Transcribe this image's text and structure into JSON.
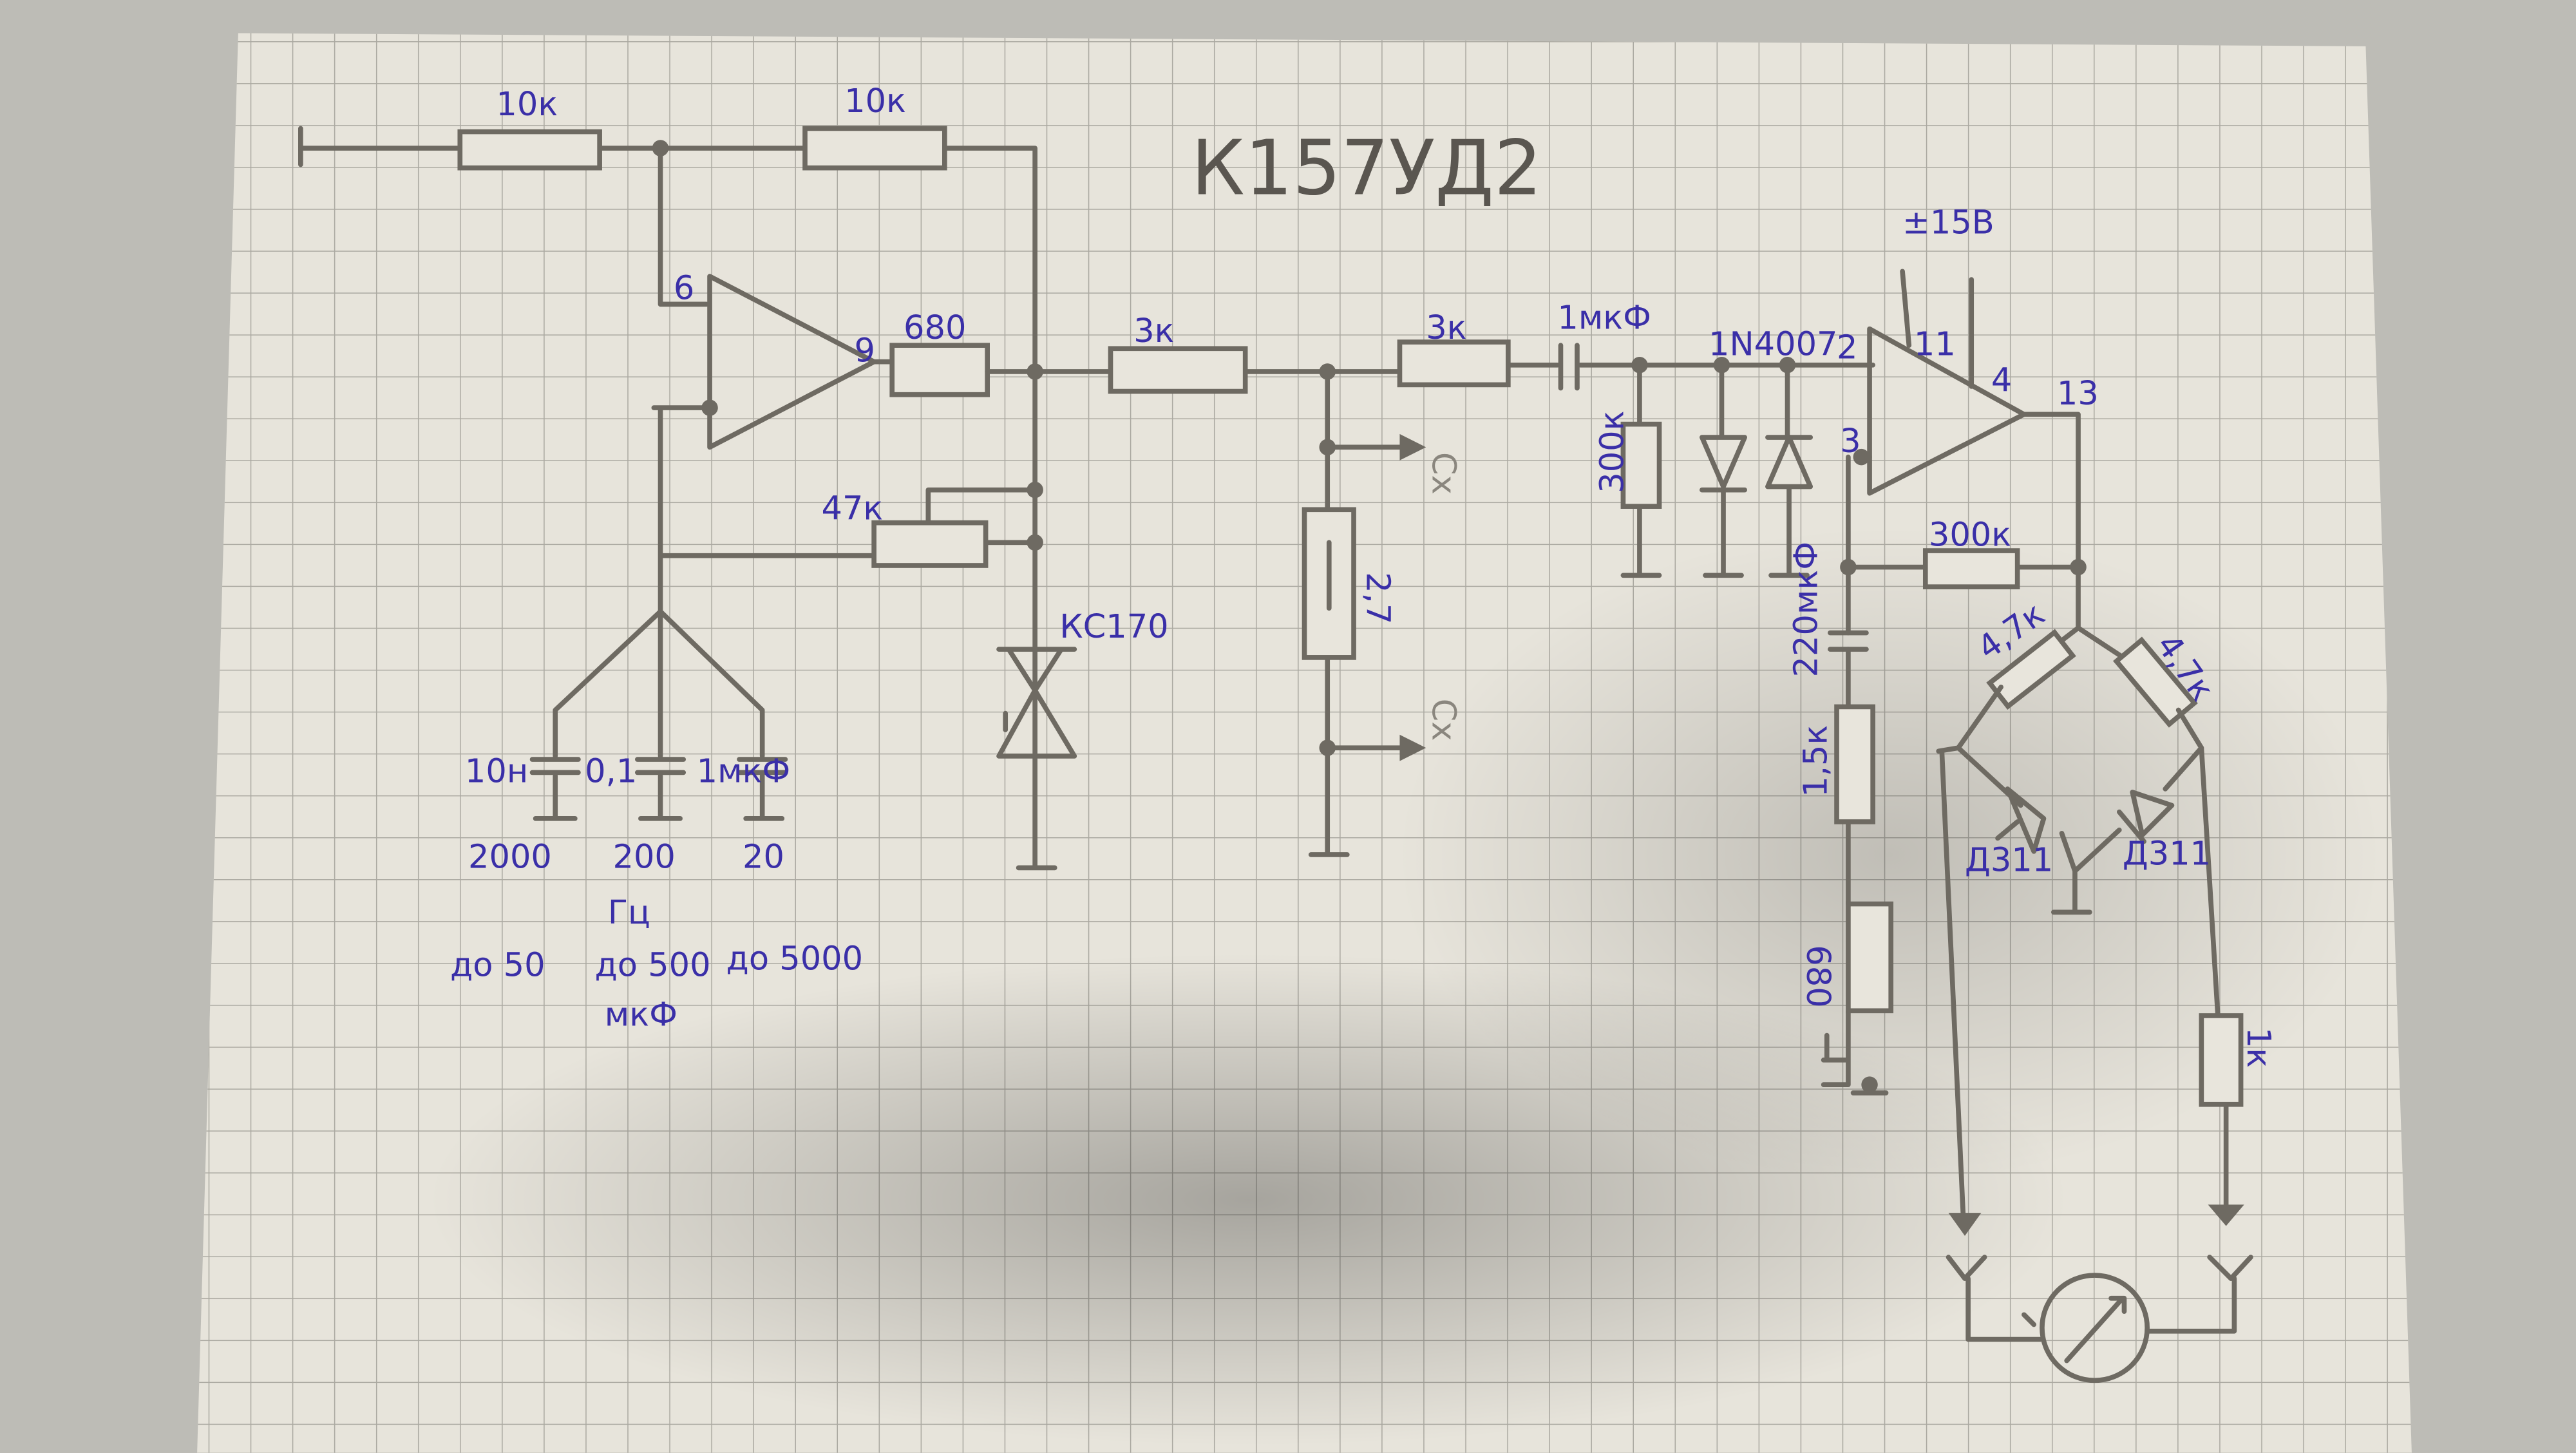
{
  "title": "К157УД2",
  "supply": "±15В",
  "labels": {
    "r_10k_a": "10к",
    "r_10k_b": "10к",
    "pin6": "6",
    "pin9": "9",
    "r_680_out": "680",
    "r_3k_a": "3к",
    "r_3k_b": "3к",
    "c_1uf": "1мкФ",
    "diode_type": "1N4007",
    "pin2": "2",
    "pin11": "11",
    "pin4": "4",
    "pin13": "13",
    "pin3": "3",
    "r_47k": "47к",
    "zener": "КС170",
    "r_300k_a": "300к",
    "r_2_7": "2,7",
    "cx_a": "Cx",
    "cx_b": "Cx",
    "r_300k_b": "300к",
    "c_220uf": "220мкФ",
    "r_1_5k": "1,5к",
    "r_680_b": "680",
    "r_4_7k_a": "4,7к",
    "r_4_7k_b": "4,7к",
    "d_a": "Д311",
    "d_b": "Д311",
    "r_1k": "1к"
  },
  "ranges": {
    "caps": [
      "10н",
      "0,1",
      "1мкФ"
    ],
    "freqs": [
      "2000",
      "200",
      "20"
    ],
    "freq_unit": "Гц",
    "limits": [
      "до 50",
      "до 500",
      "до 5000"
    ],
    "limit_unit": "мкФ"
  }
}
